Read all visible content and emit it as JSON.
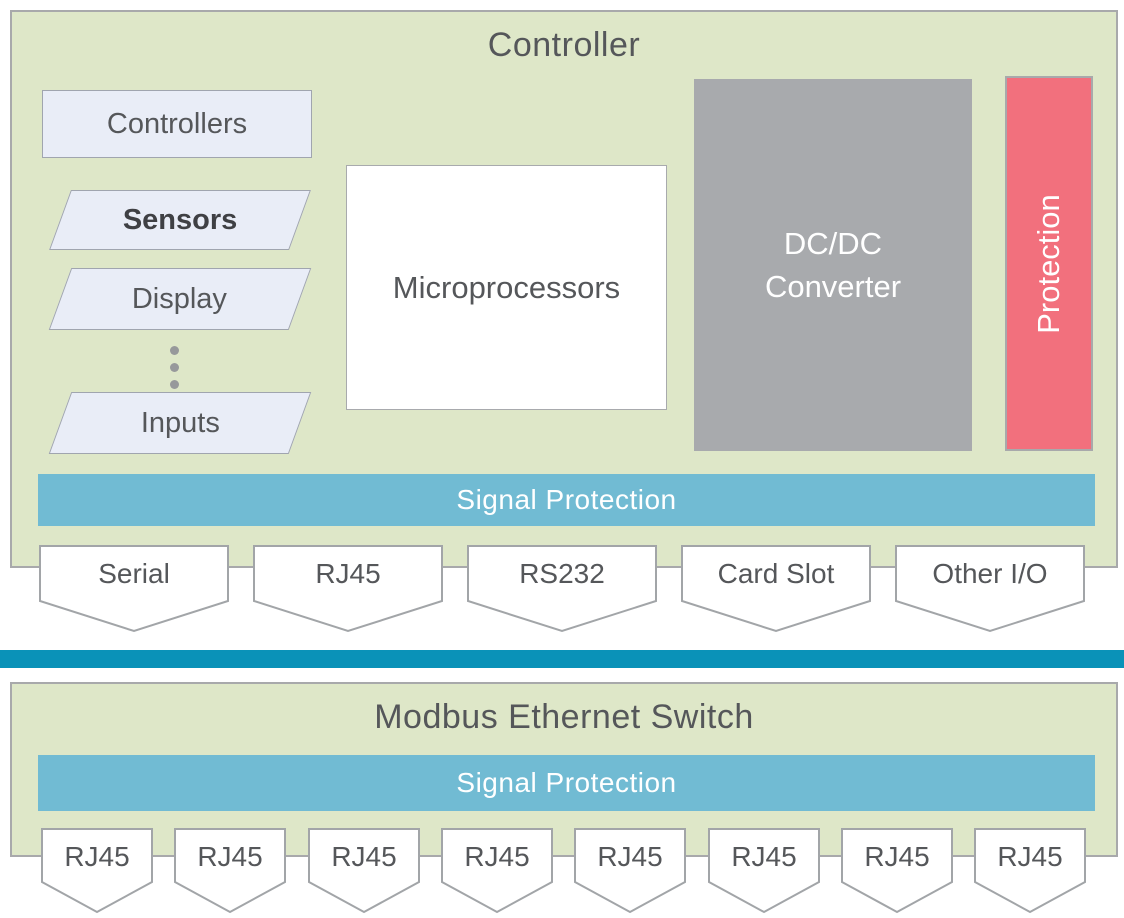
{
  "colors": {
    "page_bg": "#ffffff",
    "panel_bg": "#dee7c8",
    "panel_border": "#a8a9ab",
    "io_shape_bg": "#e9edf7",
    "io_shape_border": "#a0a5af",
    "text_dark": "#55575a",
    "sensors_text": "#3f4044",
    "micro_bg": "#ffffff",
    "micro_border": "#a8aaad",
    "dcdc_bg": "#a8aaad",
    "protection_bg": "#f2707d",
    "signal_bar_bg": "#71bbd3",
    "bus_divider": "#0a92b8",
    "tab_border": "#a2a5a8",
    "dots_color": "#97999b"
  },
  "controller": {
    "title": "Controller",
    "io_shapes": {
      "controllers": "Controllers",
      "sensors": "Sensors",
      "display": "Display",
      "inputs": "Inputs"
    },
    "microprocessors": "Microprocessors",
    "dcdc_line1": "DC/DC",
    "dcdc_line2": "Converter",
    "protection": "Protection",
    "signal_protection": "Signal Protection",
    "ports": [
      "Serial",
      "RJ45",
      "RS232",
      "Card Slot",
      "Other I/O"
    ]
  },
  "switch": {
    "title": "Modbus Ethernet Switch",
    "signal_protection": "Signal Protection",
    "ports": [
      "RJ45",
      "RJ45",
      "RJ45",
      "RJ45",
      "RJ45",
      "RJ45",
      "RJ45",
      "RJ45"
    ]
  }
}
